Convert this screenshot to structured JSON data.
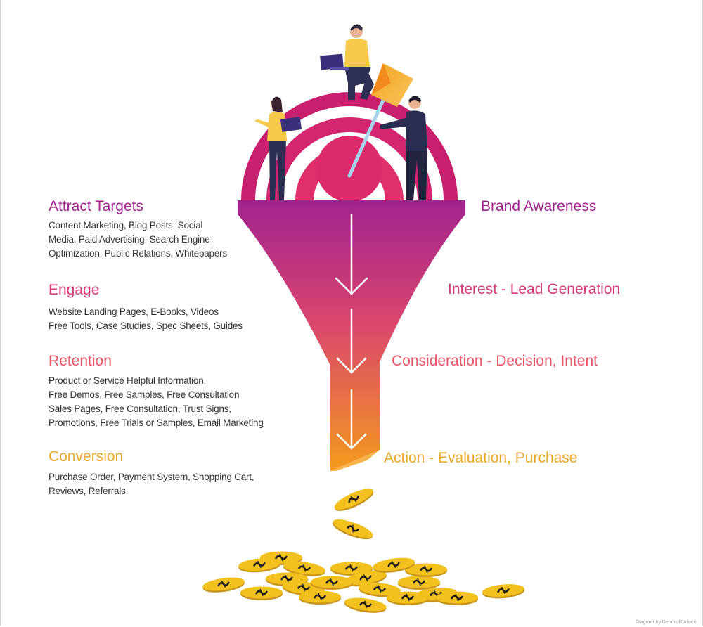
{
  "stages": [
    {
      "title": "Attract Targets",
      "lines": [
        "Content Marketing, Blog Posts, Social",
        "Media, Paid Advertising, Search Engine",
        "Optimization, Public Relations, Whitepapers"
      ],
      "label": "Brand Awareness",
      "color": "#a1238f"
    },
    {
      "title": "Engage",
      "lines": [
        "Website Landing Pages, E-Books, Videos",
        "Free Tools, Case Studies, Spec Sheets, Guides"
      ],
      "label": "Interest - Lead Generation",
      "color": "#d43a7a"
    },
    {
      "title": "Retention",
      "lines": [
        "Product or Service Helpful Information,",
        "Free Demos, Free Samples, Free Consultation",
        "Sales Pages, Free Consultation, Trust Signs,",
        "Promotions, Free Trials or Samples, Email Marketing"
      ],
      "label": "Consideration - Decision, Intent",
      "color": "#e8566a"
    },
    {
      "title": "Conversion",
      "lines": [
        "Purchase Order, Payment System, Shopping Cart,",
        "Reviews, Referrals."
      ],
      "label": "Action - Evaluation, Purchase",
      "color": "#e8a92a"
    }
  ],
  "credit": "Diagram by Dennis Romano",
  "colors": {
    "target_outer": "#c8206f",
    "target_inner": "#e0356a",
    "funnel_top": "#a1238f",
    "funnel_bottom": "#f39a1c",
    "coin": "#f2c11e",
    "coin_edge": "#c9951a"
  }
}
